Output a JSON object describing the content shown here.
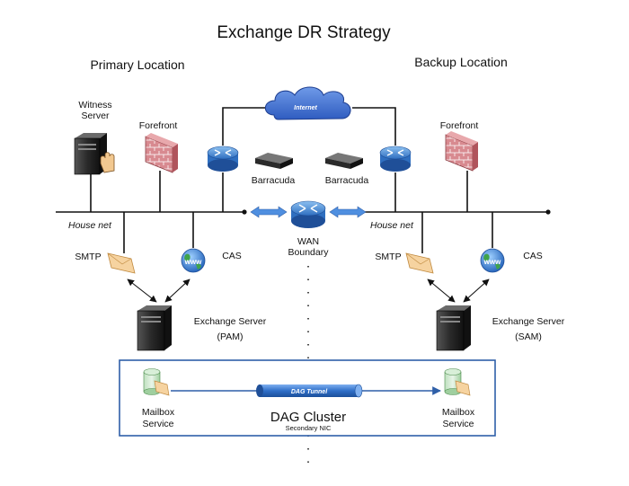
{
  "title": "Exchange DR Strategy",
  "locations": {
    "primary": "Primary Location",
    "backup": "Backup Location"
  },
  "labels": {
    "witness_line1": "Witness",
    "witness_line2": "Server",
    "forefront_left": "Forefront",
    "forefront_right": "Forefront",
    "barracuda_left": "Barracuda",
    "barracuda_right": "Barracuda",
    "internet": "Internet",
    "house_net_left": "House net",
    "house_net_right": "House net",
    "wan_line1": "WAN",
    "wan_line2": "Boundary",
    "smtp_left": "SMTP",
    "smtp_right": "SMTP",
    "cas_left": "CAS",
    "cas_right": "CAS",
    "www": "www",
    "exchange_left_line1": "Exchange Server",
    "exchange_left_line2": "(PAM)",
    "exchange_right_line1": "Exchange Server",
    "exchange_right_line2": "(SAM)",
    "mailbox_left_line1": "Mailbox",
    "mailbox_left_line2": "Service",
    "mailbox_right_line1": "Mailbox",
    "mailbox_right_line2": "Service",
    "dag_tunnel": "DAG Tunnel",
    "dag_cluster": "DAG Cluster",
    "secondary_nic": "Secondary NIC"
  },
  "icons": [
    "server-icon",
    "firewall-icon",
    "router-icon",
    "appliance-icon",
    "cloud-icon",
    "globe-icon",
    "envelope-icon",
    "database-icon",
    "tunnel-icon"
  ],
  "colors": {
    "cloud": "#3f6fd0",
    "router": "#4a8fd6",
    "firewall": "#c96a72",
    "dag_border": "#2f5fa8",
    "tunnel": "#2f6fc8",
    "arrow_blue": "#4f8fe0"
  }
}
